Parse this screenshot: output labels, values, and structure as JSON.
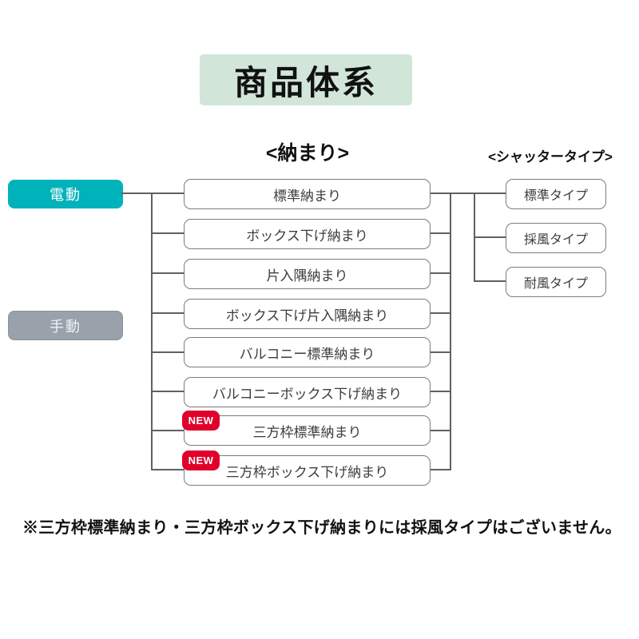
{
  "title": "商品体系",
  "headings": {
    "osamari": "<納まり>",
    "shutter": "<シャッタータイプ>"
  },
  "drive_types": [
    {
      "label": "電動"
    },
    {
      "label": "手動"
    }
  ],
  "osamari_items": [
    {
      "label": "標準納まり",
      "is_new": false
    },
    {
      "label": "ボックス下げ納まり",
      "is_new": false
    },
    {
      "label": "片入隅納まり",
      "is_new": false
    },
    {
      "label": "ボックス下げ片入隅納まり",
      "is_new": false
    },
    {
      "label": "バルコニー標準納まり",
      "is_new": false
    },
    {
      "label": "バルコニーボックス下げ納まり",
      "is_new": false
    },
    {
      "label": "三方枠標準納まり",
      "is_new": true
    },
    {
      "label": "三方枠ボックス下げ納まり",
      "is_new": true
    }
  ],
  "new_badge": "NEW",
  "shutter_types": [
    {
      "label": "標準タイプ"
    },
    {
      "label": "採風タイプ"
    },
    {
      "label": "耐風タイプ"
    }
  ],
  "footnote": "※三方枠標準納まり・三方枠ボックス下げ納まりには採風タイプはございません。",
  "colors": {
    "title_bg": "#d2e5d9",
    "electric": "#00b2ba",
    "manual": "#99a2ab",
    "new_badge": "#e0012b",
    "box_border": "#7b7b7b",
    "line": "#606060"
  }
}
